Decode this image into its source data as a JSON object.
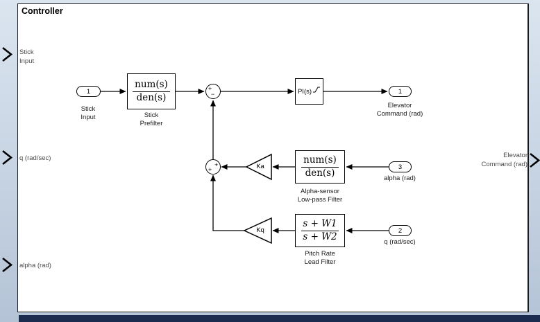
{
  "title": "Controller",
  "ports": {
    "left": [
      {
        "lines": [
          "Stick",
          "Input"
        ]
      },
      {
        "lines": [
          "q (rad/sec)"
        ]
      },
      {
        "lines": [
          "alpha (rad)"
        ]
      }
    ],
    "right": [
      {
        "lines": [
          "Elevator",
          "Command (rad)"
        ]
      }
    ]
  },
  "blocks": {
    "inport_stick": {
      "id": "1",
      "label": [
        "Stick",
        "Input"
      ]
    },
    "stick_prefilter": {
      "num": "num(s)",
      "den": "den(s)",
      "label": [
        "Stick",
        "Prefilter"
      ]
    },
    "sum_outer": {
      "signs": {
        "left": "+",
        "bottom": "−"
      }
    },
    "pi_controller": {
      "text": "PI(s)"
    },
    "outport_elevator": {
      "id": "1",
      "label": [
        "Elevator",
        "Command (rad)"
      ]
    },
    "sum_inner": {
      "signs": {
        "right": "+",
        "bottom": "+"
      }
    },
    "gain_ka": {
      "text": "Ka"
    },
    "alpha_filter": {
      "num": "num(s)",
      "den": "den(s)",
      "label": [
        "Alpha-sensor",
        "Low-pass Filter"
      ]
    },
    "inport_alpha": {
      "id": "3",
      "label": [
        "alpha (rad)"
      ]
    },
    "gain_kq": {
      "text": "Kq"
    },
    "lead_filter": {
      "num": "s + W1",
      "den": "s + W2",
      "label": [
        "Pitch Rate",
        "Lead Filter"
      ]
    },
    "inport_q": {
      "id": "2",
      "label": [
        "q (rad/sec)"
      ]
    }
  },
  "colors": {
    "background_top": "#dbe5f0",
    "background_bottom": "#b4c3d6",
    "canvas": "#ffffff",
    "line": "#000000",
    "bottom_bar": "#1b2b50"
  }
}
